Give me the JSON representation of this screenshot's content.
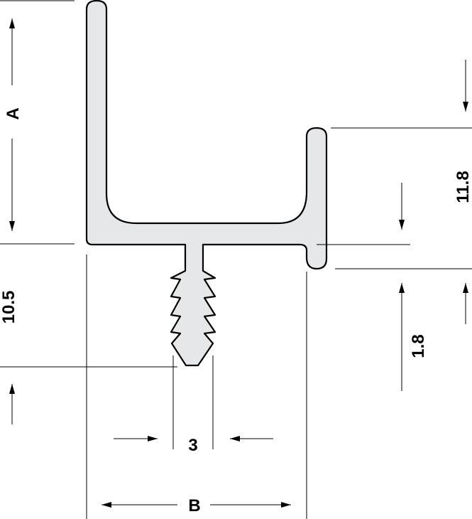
{
  "colors": {
    "profile_fill": "#e6e7e8",
    "line": "#000000",
    "background": "#ffffff"
  },
  "dimensions": {
    "height_a": "A",
    "width_b": "B",
    "stem_width": "3",
    "stem_length": "10.5",
    "lip_height": "11.8",
    "lip_thickness": "1.8"
  }
}
